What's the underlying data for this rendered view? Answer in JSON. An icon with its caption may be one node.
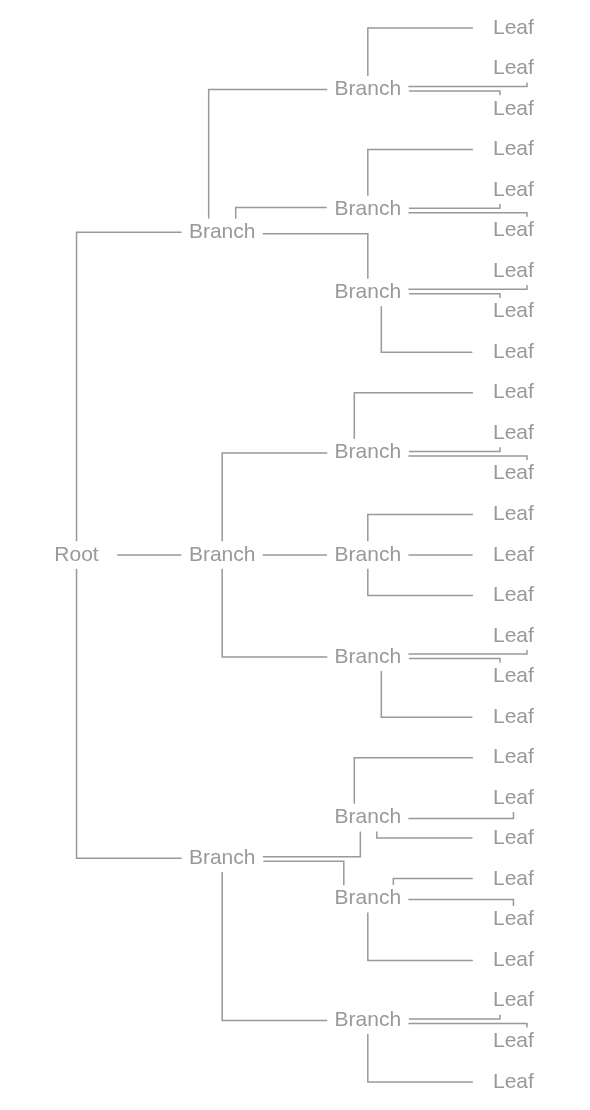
{
  "diagram": {
    "nodes": [
      {
        "text": [
          "Root"
        ]
      },
      {
        "text": [
          "Branch"
        ]
      },
      {
        "text": [
          "Branch"
        ]
      },
      {
        "text": [
          "Leaf"
        ]
      },
      {
        "text": [
          "Leaf"
        ]
      },
      {
        "text": [
          "Leaf"
        ]
      },
      {
        "text": [
          "Branch"
        ]
      },
      {
        "text": [
          "Leaf"
        ]
      },
      {
        "text": [
          "Leaf"
        ]
      },
      {
        "text": [
          "Leaf"
        ]
      },
      {
        "text": [
          "Branch"
        ]
      },
      {
        "text": [
          "Leaf"
        ]
      },
      {
        "text": [
          "Leaf"
        ]
      },
      {
        "text": [
          "Leaf"
        ]
      },
      {
        "text": [
          "Branch"
        ]
      },
      {
        "text": [
          "Branch"
        ]
      },
      {
        "text": [
          "Leaf"
        ]
      },
      {
        "text": [
          "Leaf"
        ]
      },
      {
        "text": [
          "Leaf"
        ]
      },
      {
        "text": [
          "Branch"
        ]
      },
      {
        "text": [
          "Leaf"
        ]
      },
      {
        "text": [
          "Leaf"
        ]
      },
      {
        "text": [
          "Leaf"
        ]
      },
      {
        "text": [
          "Branch"
        ]
      },
      {
        "text": [
          "Leaf"
        ]
      },
      {
        "text": [
          "Leaf"
        ]
      },
      {
        "text": [
          "Leaf"
        ]
      },
      {
        "text": [
          "Branch"
        ]
      },
      {
        "text": [
          "Branch"
        ]
      },
      {
        "text": [
          "Leaf"
        ]
      },
      {
        "text": [
          "Leaf"
        ]
      },
      {
        "text": [
          "Leaf"
        ]
      },
      {
        "text": [
          "Branch"
        ]
      },
      {
        "text": [
          "Leaf"
        ]
      },
      {
        "text": [
          "Leaf"
        ]
      },
      {
        "text": [
          "Leaf"
        ]
      },
      {
        "text": [
          "Branch"
        ]
      },
      {
        "text": [
          "Leaf"
        ]
      },
      {
        "text": [
          "Leaf"
        ]
      },
      {
        "text": [
          "Leaf"
        ]
      }
    ],
    "edges": [
      {
        "from": 0,
        "to": 1,
        "arrow": "none"
      },
      {
        "from": 1,
        "to": 2,
        "arrow": "none"
      },
      {
        "from": 2,
        "to": 3,
        "arrow": "none"
      },
      {
        "from": 2,
        "to": 4,
        "arrow": "none"
      },
      {
        "from": 2,
        "to": 5,
        "arrow": "none"
      },
      {
        "from": 1,
        "to": 6,
        "arrow": "none"
      },
      {
        "from": 6,
        "to": 7,
        "arrow": "none"
      },
      {
        "from": 6,
        "to": 8,
        "arrow": "none"
      },
      {
        "from": 6,
        "to": 9,
        "arrow": "none"
      },
      {
        "from": 1,
        "to": 10,
        "arrow": "none"
      },
      {
        "from": 10,
        "to": 11,
        "arrow": "none"
      },
      {
        "from": 10,
        "to": 12,
        "arrow": "none"
      },
      {
        "from": 10,
        "to": 13,
        "arrow": "none"
      },
      {
        "from": 0,
        "to": 14,
        "arrow": "none"
      },
      {
        "from": 14,
        "to": 15,
        "arrow": "none"
      },
      {
        "from": 15,
        "to": 16,
        "arrow": "none"
      },
      {
        "from": 15,
        "to": 17,
        "arrow": "none"
      },
      {
        "from": 15,
        "to": 18,
        "arrow": "none"
      },
      {
        "from": 14,
        "to": 19,
        "arrow": "none"
      },
      {
        "from": 19,
        "to": 20,
        "arrow": "none"
      },
      {
        "from": 19,
        "to": 21,
        "arrow": "none"
      },
      {
        "from": 19,
        "to": 22,
        "arrow": "none"
      },
      {
        "from": 14,
        "to": 23,
        "arrow": "none"
      },
      {
        "from": 23,
        "to": 24,
        "arrow": "none"
      },
      {
        "from": 23,
        "to": 25,
        "arrow": "none"
      },
      {
        "from": 23,
        "to": 26,
        "arrow": "none"
      },
      {
        "from": 0,
        "to": 27,
        "arrow": "none"
      },
      {
        "from": 27,
        "to": 28,
        "arrow": "none"
      },
      {
        "from": 28,
        "to": 29,
        "arrow": "none"
      },
      {
        "from": 28,
        "to": 30,
        "arrow": "none"
      },
      {
        "from": 28,
        "to": 31,
        "arrow": "none"
      },
      {
        "from": 27,
        "to": 32,
        "arrow": "none"
      },
      {
        "from": 32,
        "to": 33,
        "arrow": "none"
      },
      {
        "from": 32,
        "to": 34,
        "arrow": "none"
      },
      {
        "from": 32,
        "to": 35,
        "arrow": "none"
      },
      {
        "from": 27,
        "to": 36,
        "arrow": "none"
      },
      {
        "from": 36,
        "to": 37,
        "arrow": "none"
      },
      {
        "from": 36,
        "to": 38,
        "arrow": "none"
      },
      {
        "from": 36,
        "to": 39,
        "arrow": "none"
      }
    ]
  }
}
